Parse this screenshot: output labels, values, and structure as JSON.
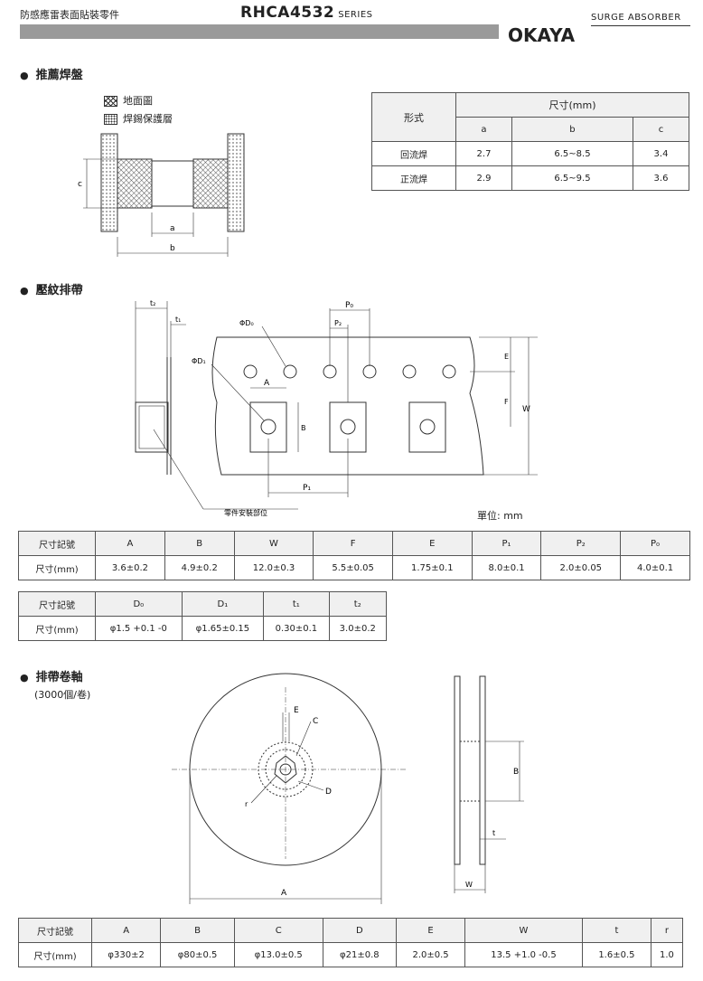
{
  "header": {
    "left_title": "防感應雷表面貼裝零件",
    "model": "RHCA4532",
    "series": "SERIES",
    "brand": "OKAYA",
    "category": "SURGE ABSORBER"
  },
  "section1": {
    "title": "推薦焊盤",
    "legend": [
      "地面圖",
      "焊錫保護層"
    ],
    "dims": {
      "a": "a",
      "b": "b",
      "c": "c"
    },
    "table": {
      "header_form": "形式",
      "header_dim": "尺寸(mm)",
      "cols": [
        "a",
        "b",
        "c"
      ],
      "rows": [
        {
          "label": "回流焊",
          "values": [
            "2.7",
            "6.5~8.5",
            "3.4"
          ]
        },
        {
          "label": "正流焊",
          "values": [
            "2.9",
            "6.5~9.5",
            "3.6"
          ]
        }
      ]
    }
  },
  "section2": {
    "title": "壓紋排帶",
    "labels": {
      "t2": "t₂",
      "t1": "t₁",
      "d0": "ΦD₀",
      "d1": "ΦD₁",
      "p0": "P₀",
      "p2": "P₂",
      "p1": "P₁",
      "a": "A",
      "b": "B",
      "e": "E",
      "f": "F",
      "w": "W",
      "mount": "零件安裝部位"
    },
    "unit": "單位: mm",
    "table1": {
      "label_code": "尺寸記號",
      "label_mm": "尺寸(mm)",
      "cols": [
        "A",
        "B",
        "W",
        "F",
        "E",
        "P₁",
        "P₂",
        "P₀"
      ],
      "values": [
        "3.6±0.2",
        "4.9±0.2",
        "12.0±0.3",
        "5.5±0.05",
        "1.75±0.1",
        "8.0±0.1",
        "2.0±0.05",
        "4.0±0.1"
      ]
    },
    "table2": {
      "label_code": "尺寸記號",
      "label_mm": "尺寸(mm)",
      "cols": [
        "D₀",
        "D₁",
        "t₁",
        "t₂"
      ],
      "values": [
        "φ1.5 +0.1 -0",
        "φ1.65±0.15",
        "0.30±0.1",
        "3.0±0.2"
      ]
    }
  },
  "section3": {
    "title": "排帶卷軸",
    "subtitle": "(3000個/卷)",
    "labels": {
      "e": "E",
      "c": "C",
      "d": "D",
      "r": "r",
      "a": "A",
      "b": "B",
      "t": "t",
      "w": "W"
    },
    "table": {
      "label_code": "尺寸記號",
      "label_mm": "尺寸(mm)",
      "cols": [
        "A",
        "B",
        "C",
        "D",
        "E",
        "W",
        "t",
        "r"
      ],
      "values": [
        "φ330±2",
        "φ80±0.5",
        "φ13.0±0.5",
        "φ21±0.8",
        "2.0±0.5",
        "13.5 +1.0 -0.5",
        "1.6±0.5",
        "1.0"
      ]
    }
  }
}
